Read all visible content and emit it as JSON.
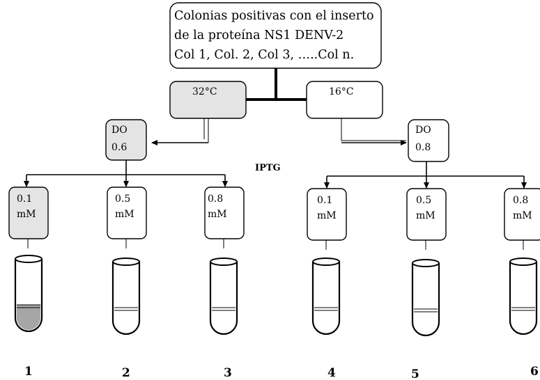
{
  "header": {
    "lines": [
      "Colonias positivas con el inserto",
      "de la proteína NS1 DENV-2",
      "Col 1, Col. 2, Col 3, …..Col n."
    ]
  },
  "temperatures": [
    {
      "label": "32°C",
      "highlighted": true
    },
    {
      "label": "16°C",
      "highlighted": false
    }
  ],
  "optical_density": [
    {
      "lines": [
        "DO",
        "0.6"
      ],
      "highlighted": true
    },
    {
      "lines": [
        "DO",
        "0.8"
      ],
      "highlighted": false
    }
  ],
  "inducer_label": "IPTG",
  "concentrations": [
    {
      "lines": [
        "0.1",
        "mM"
      ],
      "highlighted": true
    },
    {
      "lines": [
        "0.5",
        "mM"
      ],
      "highlighted": false
    },
    {
      "lines": [
        "0.8",
        "mM"
      ],
      "highlighted": false
    },
    {
      "lines": [
        "0.1",
        "mM"
      ],
      "highlighted": false
    },
    {
      "lines": [
        "0.5",
        "mM"
      ],
      "highlighted": false
    },
    {
      "lines": [
        "0.8",
        "mM"
      ],
      "highlighted": false
    }
  ],
  "tubes": [
    {
      "number": "1",
      "pellet": true
    },
    {
      "number": "2",
      "pellet": false
    },
    {
      "number": "3",
      "pellet": false
    },
    {
      "number": "4",
      "pellet": false
    },
    {
      "number": "5",
      "pellet": false
    },
    {
      "number": "6",
      "pellet": false
    }
  ],
  "colors": {
    "highlight_fill": "#e4e4e4",
    "pellet_fill": "#a6a6a6",
    "stroke": "#000000"
  }
}
